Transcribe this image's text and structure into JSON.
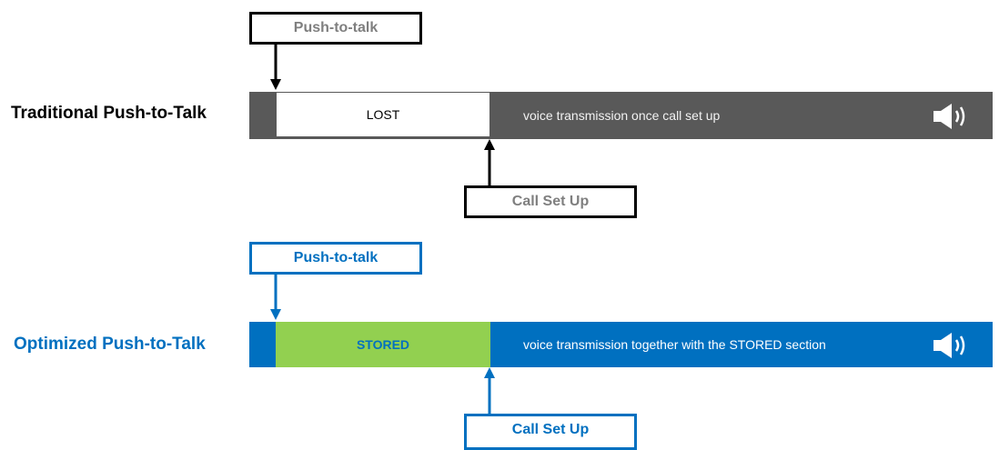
{
  "traditional": {
    "title": "Traditional Push-to-Talk",
    "ptt_label": "Push-to-talk",
    "gap_label": "LOST",
    "voice_label": "voice transmission once call set up",
    "callsetup_label": "Call Set Up",
    "speaker_icon": "speaker-icon"
  },
  "optimized": {
    "title": "Optimized Push-to-Talk",
    "ptt_label": "Push-to-talk",
    "gap_label": "STORED",
    "voice_label": "voice transmission together with the STORED section",
    "callsetup_label": "Call Set Up",
    "speaker_icon": "speaker-icon"
  },
  "colors": {
    "traditional_bar": "#595959",
    "traditional_text": "#000000",
    "traditional_label_grey": "#7f7f7f",
    "optimized_bar": "#0070c0",
    "optimized_text": "#0070c0",
    "stored_fill": "#92d050",
    "lost_fill": "#ffffff"
  }
}
